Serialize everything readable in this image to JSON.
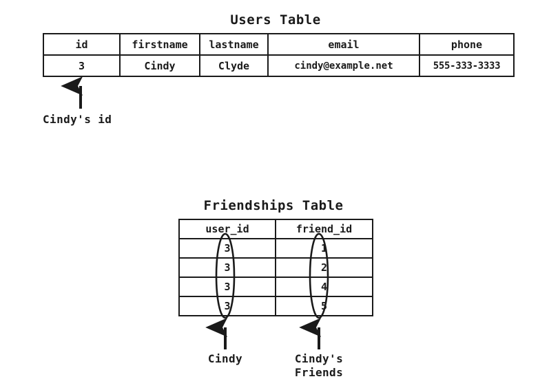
{
  "diagram": {
    "title_users": "Users Table",
    "title_friendships": "Friendships Table"
  },
  "users_table": {
    "title": "Users Table",
    "columns": [
      "id",
      "firstname",
      "lastname",
      "email",
      "phone"
    ],
    "rows": [
      {
        "id": "3",
        "firstname": "Cindy",
        "lastname": "Clyde",
        "email": "cindy@example.net",
        "phone": "555-333-3333"
      }
    ]
  },
  "friendships_table": {
    "title": "Friendships Table",
    "columns": [
      "user_id",
      "friend_id"
    ],
    "rows": [
      {
        "user_id": "3",
        "friend_id": "1"
      },
      {
        "user_id": "3",
        "friend_id": "2"
      },
      {
        "user_id": "3",
        "friend_id": "4"
      },
      {
        "user_id": "3",
        "friend_id": "5"
      }
    ]
  },
  "annotations": {
    "cindys_id": "Cindy's id",
    "cindy": "Cindy",
    "cindys_friends": "Cindy's\nFriends"
  },
  "colors": {
    "ink": "#1a1a1a",
    "background": "#ffffff"
  }
}
